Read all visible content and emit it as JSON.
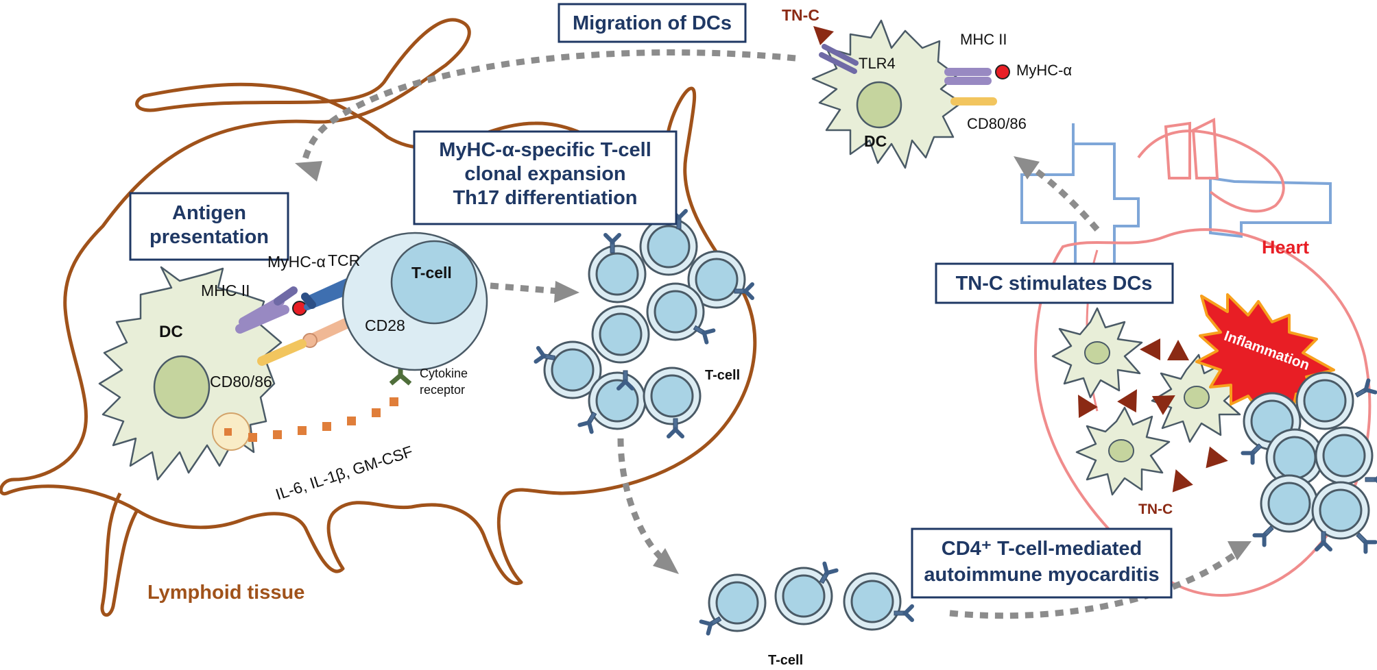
{
  "boxes": {
    "migration": "Migration of DCs",
    "antigen_line1": "Antigen",
    "antigen_line2": "presentation",
    "expansion_line1": "MyHC-α-specific T-cell",
    "expansion_line2": "clonal expansion",
    "expansion_line3": "Th17 differentiation",
    "tnc_stimulates": "TN-C stimulates DCs",
    "cd4_line1": "CD4⁺ T-cell-mediated",
    "cd4_line2": "autoimmune myocarditis"
  },
  "labels": {
    "lymphoid_tissue": "Lymphoid tissue",
    "heart": "Heart",
    "inflammation": "Inflammation",
    "tnc": "TN-C",
    "tnc_heart": "TN-C",
    "dc": "DC",
    "dc_top": "DC",
    "tcell": "T-cell",
    "tcell_cluster": "T-cell",
    "tcell_bottom": "T-cell",
    "mhc2": "MHC II",
    "mhc2_top": "MHC II",
    "myhc": "MyHC-α",
    "myhc_top": "MyHC-α",
    "tcr": "TCR",
    "cd28": "CD28",
    "cd80_86": "CD80/86",
    "cd80_86_top": "CD80/86",
    "tlr4": "TLR4",
    "cytokine_line1": "Cytokine",
    "cytokine_line2": "receptor",
    "cytokines": "IL-6, IL-1β, GM-CSF"
  },
  "colors": {
    "lymph_outline": "#a0521a",
    "dc_fill": "#e8eed8",
    "tcell_fill": "#c6e4ef",
    "box_border": "#1f3864",
    "arrow_gray": "#8c8c8c",
    "heart_red": "#f08c8c",
    "vessel_blue": "#7ea6d8",
    "tnc_triangle": "#8b2a14"
  }
}
